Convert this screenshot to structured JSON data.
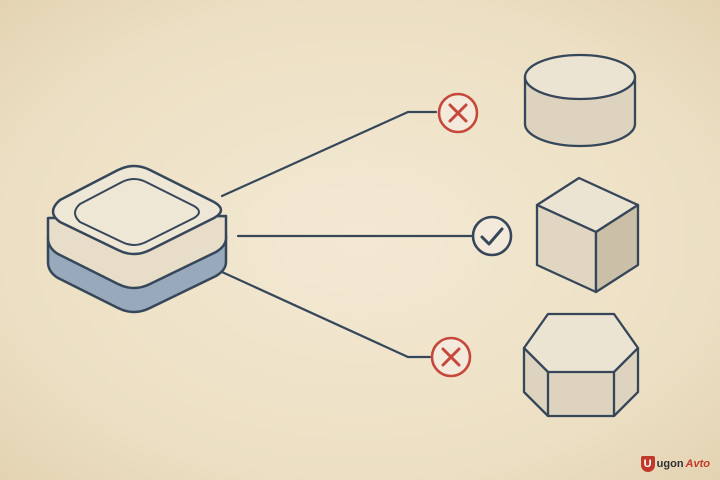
{
  "colors": {
    "ink": "#36475a",
    "ink_light": "#6e8197",
    "wrong": "#c6473b",
    "paper": "#f1e6cf",
    "shape_light": "#ece4d3",
    "shape_mid": "#ddd3be",
    "shape_dark": "#c9bda5",
    "base_dark": "#98a9bb"
  },
  "diagram": {
    "source": {
      "name": "square-cushion-block",
      "icon": "rounded-square-tile"
    },
    "connections": [
      {
        "target": "cylinder",
        "result": "incorrect",
        "icon": "cross-circle-icon"
      },
      {
        "target": "cube",
        "result": "correct",
        "icon": "check-circle-icon"
      },
      {
        "target": "hexagonal-prism",
        "result": "incorrect",
        "icon": "cross-circle-icon"
      }
    ]
  },
  "watermark": {
    "brand_left": "ugon",
    "brand_right": "Avto",
    "mark": "U"
  }
}
